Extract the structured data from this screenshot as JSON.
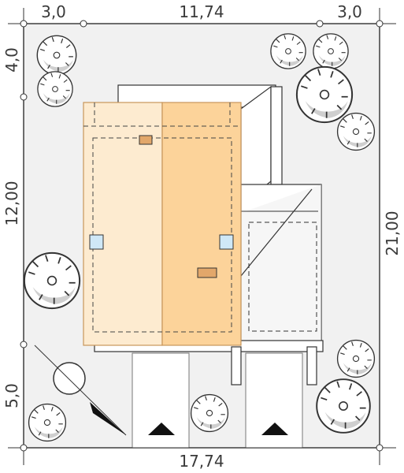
{
  "plan": {
    "dimensions": {
      "top_left_setback": "3,0",
      "top_width": "11,74",
      "top_right_setback": "3,0",
      "bottom_total": "17,74",
      "left_top": "4,0",
      "left_middle": "12,00",
      "left_bottom": "5,0",
      "right_total": "21,00"
    },
    "colors": {
      "plot": "#f1f1f1",
      "roof_light": "#fdebd0",
      "roof_dark": "#fcd39a",
      "roof_edge": "#c8955a",
      "chimney": "#e2a76a",
      "skylight": "#cfe8f7",
      "garage_roof": "#ffffff"
    },
    "icons": [
      "north-arrow-icon",
      "tree-icon",
      "entrance-arrow-icon"
    ]
  }
}
